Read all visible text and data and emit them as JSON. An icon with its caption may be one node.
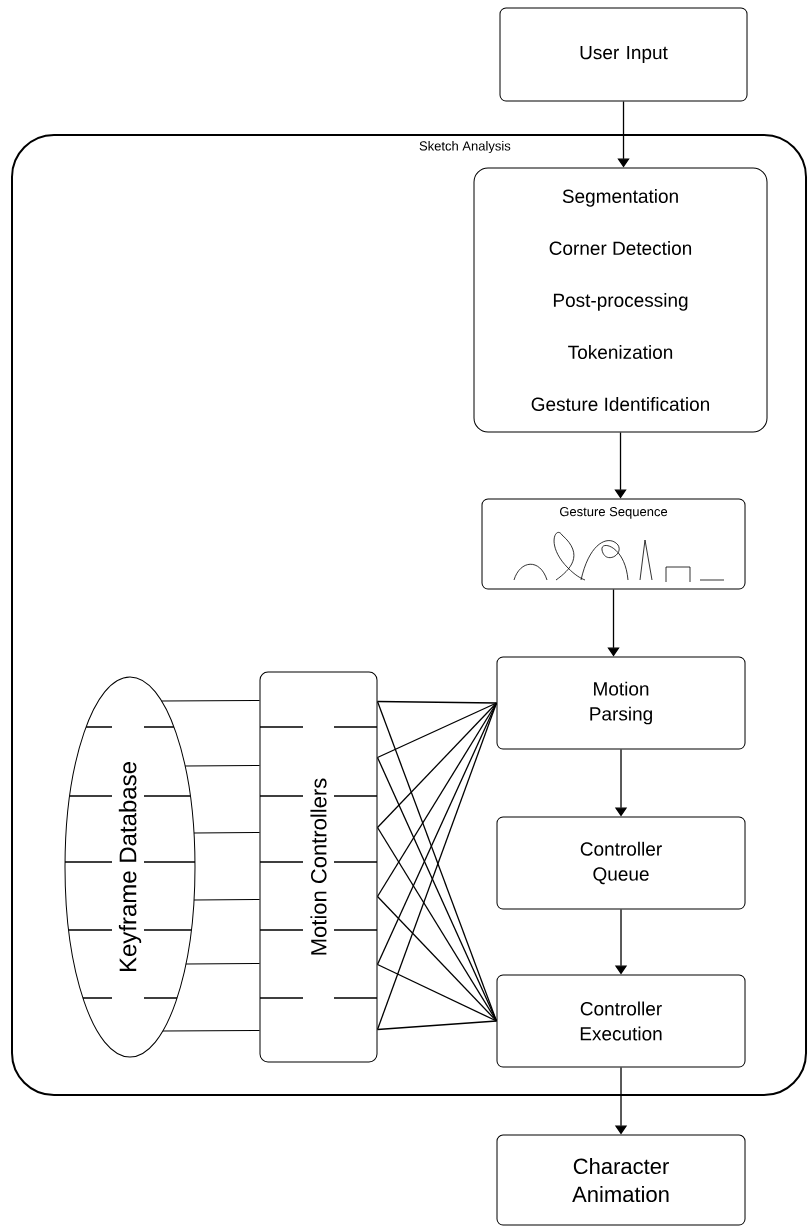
{
  "diagram": {
    "nodes": [
      {
        "text": [
          "User Input"
        ]
      },
      {
        "text": [
          "Sketch Analysis"
        ]
      },
      {
        "text": [
          "Segmentation",
          "Corner Detection",
          "Post-processing",
          "Tokenization",
          "Gesture Identification"
        ],
        "in": 1
      },
      {
        "text": [
          "Gesture Sequence"
        ],
        "in": 1
      },
      {
        "text": [
          "Motion Parsing"
        ],
        "in": 1
      },
      {
        "text": [
          "Controller Queue"
        ],
        "in": 1
      },
      {
        "text": [
          "Controller Execution"
        ],
        "in": 1
      },
      {
        "text": [
          "Keyframe Database"
        ],
        "in": 1
      },
      {
        "text": [
          "Motion Controllers"
        ],
        "in": 1
      },
      {
        "text": [
          "Character Animation"
        ]
      }
    ],
    "edges": [
      {
        "from": 0,
        "to": 2,
        "arrow": "to"
      },
      {
        "from": 2,
        "to": 3,
        "arrow": "to"
      },
      {
        "from": 3,
        "to": 4,
        "arrow": "to"
      },
      {
        "from": 4,
        "to": 5,
        "arrow": "to"
      },
      {
        "from": 5,
        "to": 6,
        "arrow": "to"
      },
      {
        "from": 6,
        "to": 9,
        "arrow": "to"
      },
      {
        "from": 7,
        "to": 8,
        "arrow": "none"
      },
      {
        "from": 7,
        "to": 8,
        "arrow": "none"
      },
      {
        "from": 7,
        "to": 8,
        "arrow": "none"
      },
      {
        "from": 7,
        "to": 8,
        "arrow": "none"
      },
      {
        "from": 7,
        "to": 8,
        "arrow": "none"
      },
      {
        "from": 7,
        "to": 8,
        "arrow": "none"
      },
      {
        "from": 8,
        "to": 4,
        "arrow": "none"
      },
      {
        "from": 8,
        "to": 6,
        "arrow": "none"
      },
      {
        "from": 8,
        "to": 4,
        "arrow": "none"
      },
      {
        "from": 8,
        "to": 6,
        "arrow": "none"
      },
      {
        "from": 8,
        "to": 4,
        "arrow": "none"
      },
      {
        "from": 8,
        "to": 6,
        "arrow": "none"
      },
      {
        "from": 8,
        "to": 4,
        "arrow": "none"
      },
      {
        "from": 8,
        "to": 6,
        "arrow": "none"
      },
      {
        "from": 8,
        "to": 4,
        "arrow": "none"
      },
      {
        "from": 8,
        "to": 6,
        "arrow": "none"
      },
      {
        "from": 8,
        "to": 4,
        "arrow": "none"
      },
      {
        "from": 8,
        "to": 6,
        "arrow": "none"
      }
    ]
  }
}
